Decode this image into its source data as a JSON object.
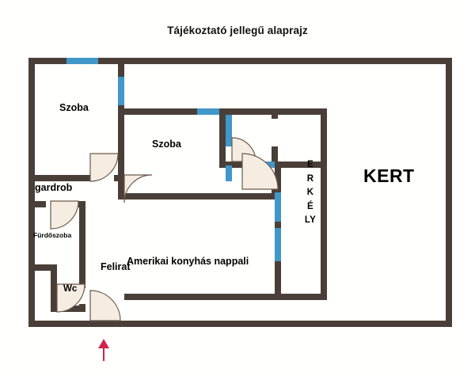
{
  "title": "Tájékoztató jellegű alaprajz",
  "colors": {
    "wall": "#4a3f38",
    "window": "#4097c8",
    "door_fill": "#f5ede2",
    "door_stroke": "#6b5a4c",
    "background": "#fffffd",
    "text": "#000000",
    "entrance_arrow": "#d2214e"
  },
  "rooms": [
    {
      "key": "szoba_1",
      "label": "Szoba"
    },
    {
      "key": "szoba_2",
      "label": "Szoba"
    },
    {
      "key": "gardrob",
      "label": "gardrob"
    },
    {
      "key": "furdoszoba",
      "label": "Fürdőszoba"
    },
    {
      "key": "wc",
      "label": "Wc"
    },
    {
      "key": "nappali",
      "label": "Amerikai konyhás nappali"
    },
    {
      "key": "felirat",
      "label": "Felirat"
    },
    {
      "key": "kert",
      "label": "KERT"
    }
  ],
  "erkely": {
    "label": "ERKÉLY",
    "lines": [
      "E",
      "R",
      "K",
      "É",
      "LY"
    ]
  },
  "entrance": {
    "marker": "entrance-arrow",
    "direction": "up"
  }
}
